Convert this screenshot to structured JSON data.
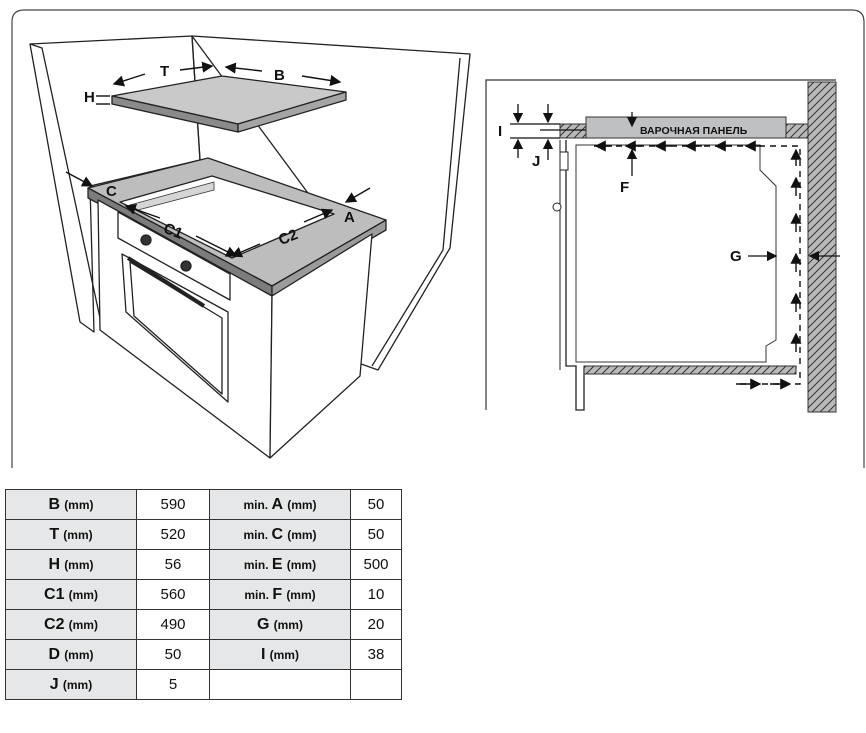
{
  "diagram_left": {
    "labels": {
      "T": "T",
      "B": "B",
      "H": "H",
      "C": "C",
      "A": "A",
      "C1": "C1",
      "C2": "C2"
    }
  },
  "diagram_right": {
    "labels": {
      "I": "I",
      "J": "J",
      "F": "F",
      "G": "G",
      "hob_text": "ВАРОЧНАЯ ПАНЕЛЬ"
    }
  },
  "table": {
    "rows": [
      {
        "k1": "B",
        "u1": "(mm)",
        "v1": "590",
        "k2pre": "min. ",
        "k2": "A",
        "u2": "(mm)",
        "v2": "50"
      },
      {
        "k1": "T",
        "u1": "(mm)",
        "v1": "520",
        "k2pre": "min. ",
        "k2": "C",
        "u2": "(mm)",
        "v2": "50"
      },
      {
        "k1": "H",
        "u1": "(mm)",
        "v1": "56",
        "k2pre": "min. ",
        "k2": "E",
        "u2": "(mm)",
        "v2": "500"
      },
      {
        "k1": "C1",
        "u1": "(mm)",
        "v1": "560",
        "k2pre": "min. ",
        "k2": "F",
        "u2": "(mm)",
        "v2": "10"
      },
      {
        "k1": "C2",
        "u1": "(mm)",
        "v1": "490",
        "k2pre": "",
        "k2": "G",
        "u2": "(mm)",
        "v2": "20"
      },
      {
        "k1": "D",
        "u1": "(mm)",
        "v1": "50",
        "k2pre": "",
        "k2": "I",
        "u2": "(mm)",
        "v2": "38"
      },
      {
        "k1": "J",
        "u1": "(mm)",
        "v1": "5",
        "k2pre": "",
        "k2": "",
        "u2": "",
        "v2": ""
      }
    ]
  }
}
